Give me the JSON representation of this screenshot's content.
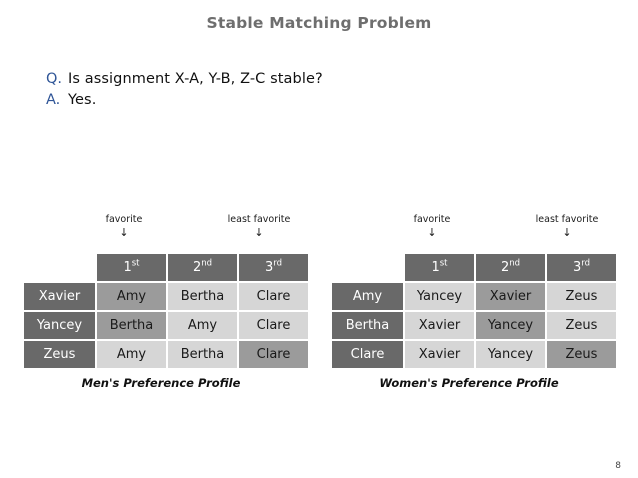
{
  "slide": {
    "title": "Stable Matching Problem",
    "page_number": "8",
    "background": "#ffffff",
    "title_color": "#6e6e6e",
    "accent_color": "#2f5597"
  },
  "qa": [
    {
      "tag": "Q.",
      "text": "Is assignment X-A, Y-B, Z-C stable?"
    },
    {
      "tag": "A.",
      "text": "Yes."
    }
  ],
  "colors": {
    "header_dark": "#696969",
    "cell_dark": "#9b9b9b",
    "cell_light": "#d6d6d6",
    "text_dark": "#1a1a1a",
    "text_light": "#ffffff"
  },
  "tables": [
    {
      "id": "mens-preference-profile",
      "caption": "Men's Preference Profile",
      "hints": {
        "favorite": "favorite",
        "least_favorite": "least favorite",
        "arrow": "↓"
      },
      "rank_headers": [
        {
          "num": "1",
          "ord": "st"
        },
        {
          "num": "2",
          "ord": "nd"
        },
        {
          "num": "3",
          "ord": "rd"
        }
      ],
      "rows": [
        {
          "name": "Xavier",
          "cells": [
            {
              "text": "Amy",
              "shade": "dark"
            },
            {
              "text": "Bertha",
              "shade": "light"
            },
            {
              "text": "Clare",
              "shade": "light"
            }
          ]
        },
        {
          "name": "Yancey",
          "cells": [
            {
              "text": "Bertha",
              "shade": "dark"
            },
            {
              "text": "Amy",
              "shade": "light"
            },
            {
              "text": "Clare",
              "shade": "light"
            }
          ]
        },
        {
          "name": "Zeus",
          "cells": [
            {
              "text": "Amy",
              "shade": "light"
            },
            {
              "text": "Bertha",
              "shade": "light"
            },
            {
              "text": "Clare",
              "shade": "dark"
            }
          ]
        }
      ]
    },
    {
      "id": "womens-preference-profile",
      "caption": "Women's Preference Profile",
      "hints": {
        "favorite": "favorite",
        "least_favorite": "least favorite",
        "arrow": "↓"
      },
      "rank_headers": [
        {
          "num": "1",
          "ord": "st"
        },
        {
          "num": "2",
          "ord": "nd"
        },
        {
          "num": "3",
          "ord": "rd"
        }
      ],
      "rows": [
        {
          "name": "Amy",
          "cells": [
            {
              "text": "Yancey",
              "shade": "light"
            },
            {
              "text": "Xavier",
              "shade": "dark"
            },
            {
              "text": "Zeus",
              "shade": "light"
            }
          ]
        },
        {
          "name": "Bertha",
          "cells": [
            {
              "text": "Xavier",
              "shade": "light"
            },
            {
              "text": "Yancey",
              "shade": "dark"
            },
            {
              "text": "Zeus",
              "shade": "light"
            }
          ]
        },
        {
          "name": "Clare",
          "cells": [
            {
              "text": "Xavier",
              "shade": "light"
            },
            {
              "text": "Yancey",
              "shade": "light"
            },
            {
              "text": "Zeus",
              "shade": "dark"
            }
          ]
        }
      ]
    }
  ]
}
